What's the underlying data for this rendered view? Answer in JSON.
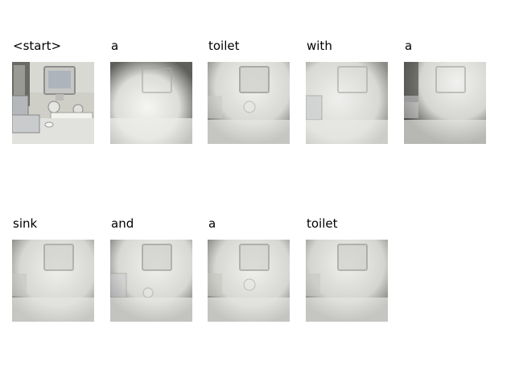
{
  "frames": [
    {
      "word": "<start>",
      "attention": "original-photo"
    },
    {
      "word": "a",
      "attention": "diffuse-center-left"
    },
    {
      "word": "toilet",
      "attention": "monitor"
    },
    {
      "word": "with",
      "attention": "left-monitor"
    },
    {
      "word": "a",
      "attention": "top-right"
    },
    {
      "word": "sink",
      "attention": "monitor"
    },
    {
      "word": "and",
      "attention": "monitor-upper"
    },
    {
      "word": "a",
      "attention": "monitor"
    },
    {
      "word": "toilet",
      "attention": "upper-center"
    }
  ]
}
